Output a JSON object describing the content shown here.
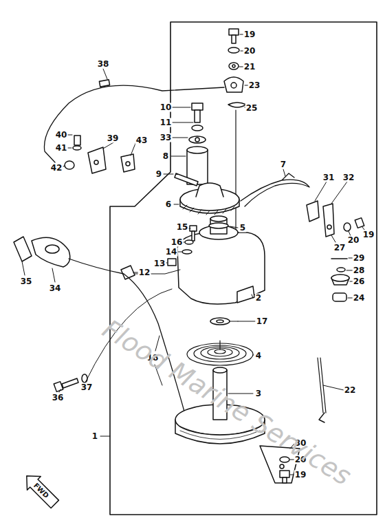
{
  "diagram": {
    "labels": [
      "19",
      "20",
      "21",
      "23",
      "25",
      "38",
      "10",
      "11",
      "33",
      "8",
      "7",
      "31",
      "32",
      "19",
      "40",
      "41",
      "39",
      "43",
      "42",
      "9",
      "6",
      "27",
      "20",
      "15",
      "16",
      "14",
      "5",
      "13",
      "12",
      "35",
      "34",
      "29",
      "28",
      "26",
      "24",
      "2",
      "17",
      "18",
      "4",
      "37",
      "36",
      "3",
      "22",
      "1",
      "30",
      "20",
      "19",
      "FWD",
      "Flood Marine Services"
    ]
  }
}
